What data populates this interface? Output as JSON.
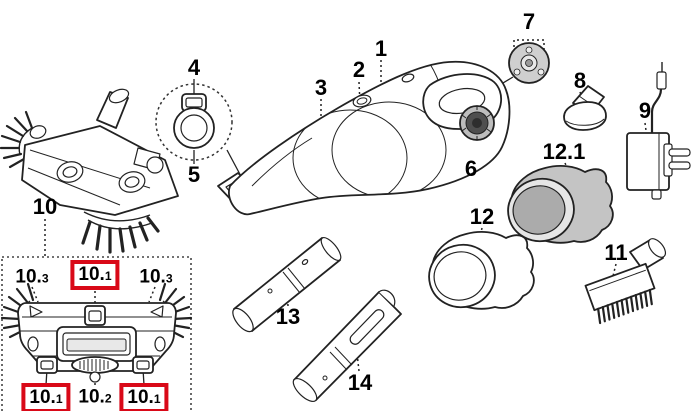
{
  "diagram": {
    "colors": {
      "highlight_box": "#d90918",
      "shaded_part": "#c4c4c4",
      "line": "#222222"
    },
    "labels": {
      "p1": {
        "main": "1",
        "sub": ""
      },
      "p2": {
        "main": "2",
        "sub": ""
      },
      "p3": {
        "main": "3",
        "sub": ""
      },
      "p4": {
        "main": "4",
        "sub": ""
      },
      "p5": {
        "main": "5",
        "sub": ""
      },
      "p6": {
        "main": "6",
        "sub": ""
      },
      "p7": {
        "main": "7",
        "sub": ""
      },
      "p8": {
        "main": "8",
        "sub": ""
      },
      "p9": {
        "main": "9",
        "sub": ""
      },
      "p10": {
        "main": "10",
        "sub": ""
      },
      "p11": {
        "main": "11",
        "sub": ""
      },
      "p12": {
        "main": "12",
        "sub": ""
      },
      "p12_1": {
        "main": "12.1",
        "sub": ""
      },
      "p13": {
        "main": "13",
        "sub": ""
      },
      "p14": {
        "main": "14",
        "sub": ""
      },
      "i10_3_l": {
        "main": "10.",
        "sub": "3"
      },
      "i10_1_t": {
        "main": "10.",
        "sub": "1"
      },
      "i10_3_r": {
        "main": "10.",
        "sub": "3"
      },
      "i10_1_bl": {
        "main": "10.",
        "sub": "1"
      },
      "i10_2": {
        "main": "10.",
        "sub": "2"
      },
      "i10_1_br": {
        "main": "10.",
        "sub": "1"
      }
    }
  }
}
